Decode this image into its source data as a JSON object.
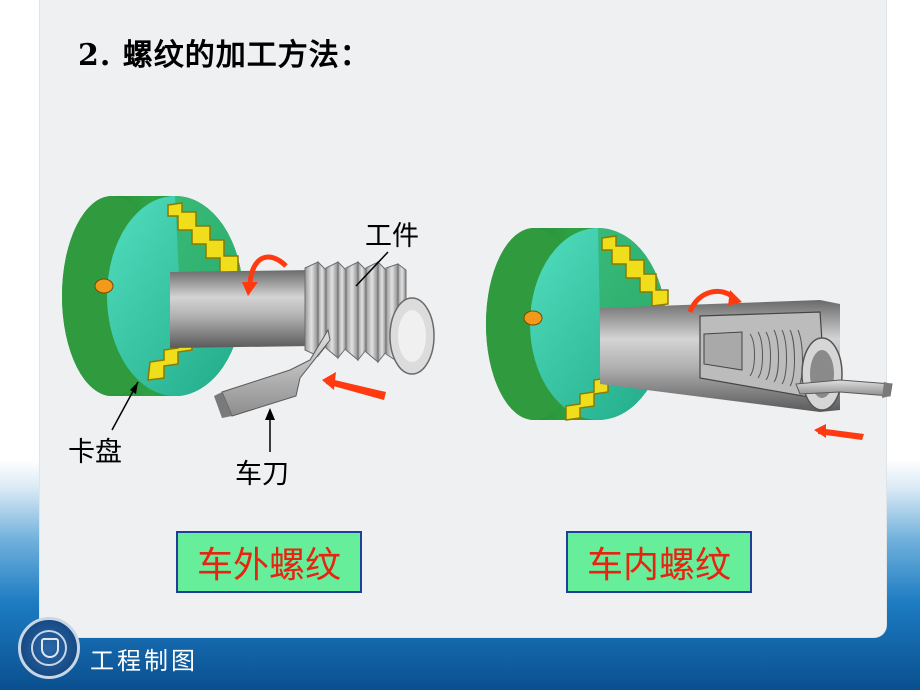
{
  "slide": {
    "title": "2.  螺纹的加工方法："
  },
  "left_figure": {
    "labels": {
      "workpiece": "工件",
      "chuck": "卡盘",
      "tool": "车刀"
    },
    "caption_button": "车外螺纹"
  },
  "right_figure": {
    "caption_button": "车内螺纹"
  },
  "footer": {
    "course_name": "工程制图"
  },
  "colors": {
    "chuck_green": "#2e9b3f",
    "chuck_face": "#35c9a6",
    "jaw_yellow": "#f0de1c",
    "arrow_red": "#ff3a10",
    "button_fill": "#66ee9a",
    "button_text": "#e8230f",
    "footer_blue": "#1d7cc2"
  }
}
